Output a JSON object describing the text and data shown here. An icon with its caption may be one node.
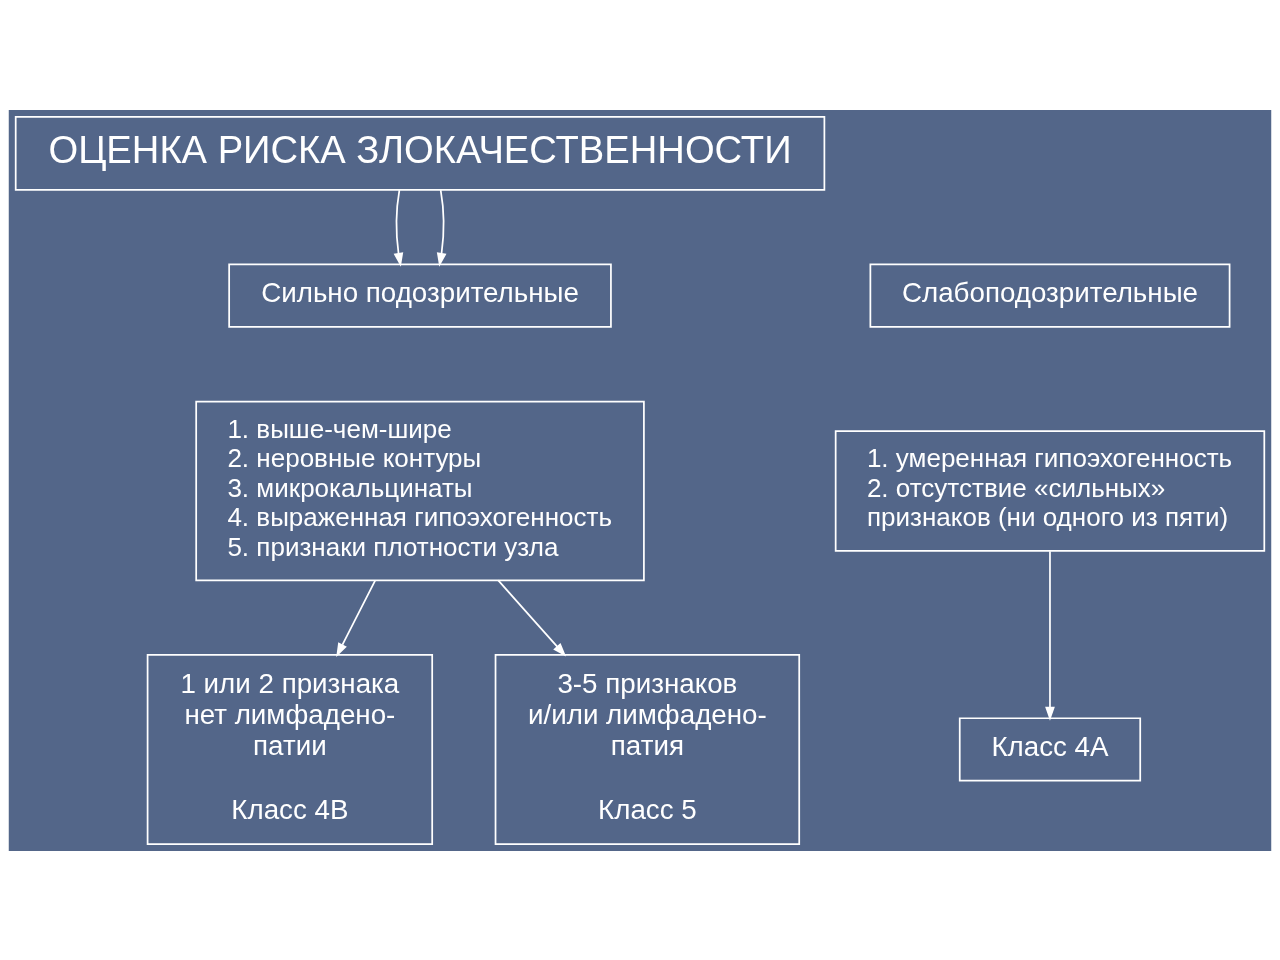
{
  "diagram": {
    "nodes": [
      {
        "text": [
          "ОЦЕНКА РИСКА ЗЛОКАЧЕСТВЕННОСТИ"
        ]
      },
      {
        "text": [
          "Сильно подозрительные"
        ]
      },
      {
        "text": [
          "1. выше-чем-шире",
          "2. неровные контуры",
          "3. микрокальцинаты",
          "4. выраженная гипоэхогенность",
          "5. признаки плотности узла"
        ]
      },
      {
        "text": [
          "Слабоподозрительные"
        ]
      },
      {
        "text": [
          "1. умеренная гипоэхогенность",
          "2. отсутствие «сильных» признаков (ни одного из пяти)"
        ]
      },
      {
        "text": [
          "1 или 2 признака нет лимфадено- патии",
          "Класс 4В"
        ]
      },
      {
        "text": [
          "3-5 признаков и/или лимфадено- патия",
          "Класс 5"
        ]
      },
      {
        "text": [
          "Класс 4А"
        ]
      }
    ],
    "edges": [
      {
        "from": 0,
        "to": 1,
        "arrow": "to"
      },
      {
        "from": 0,
        "to": 1,
        "arrow": "to"
      },
      {
        "from": 2,
        "to": 5,
        "arrow": "to"
      },
      {
        "from": 2,
        "to": 6,
        "arrow": "to"
      },
      {
        "from": 4,
        "to": 7,
        "arrow": "to"
      }
    ]
  }
}
